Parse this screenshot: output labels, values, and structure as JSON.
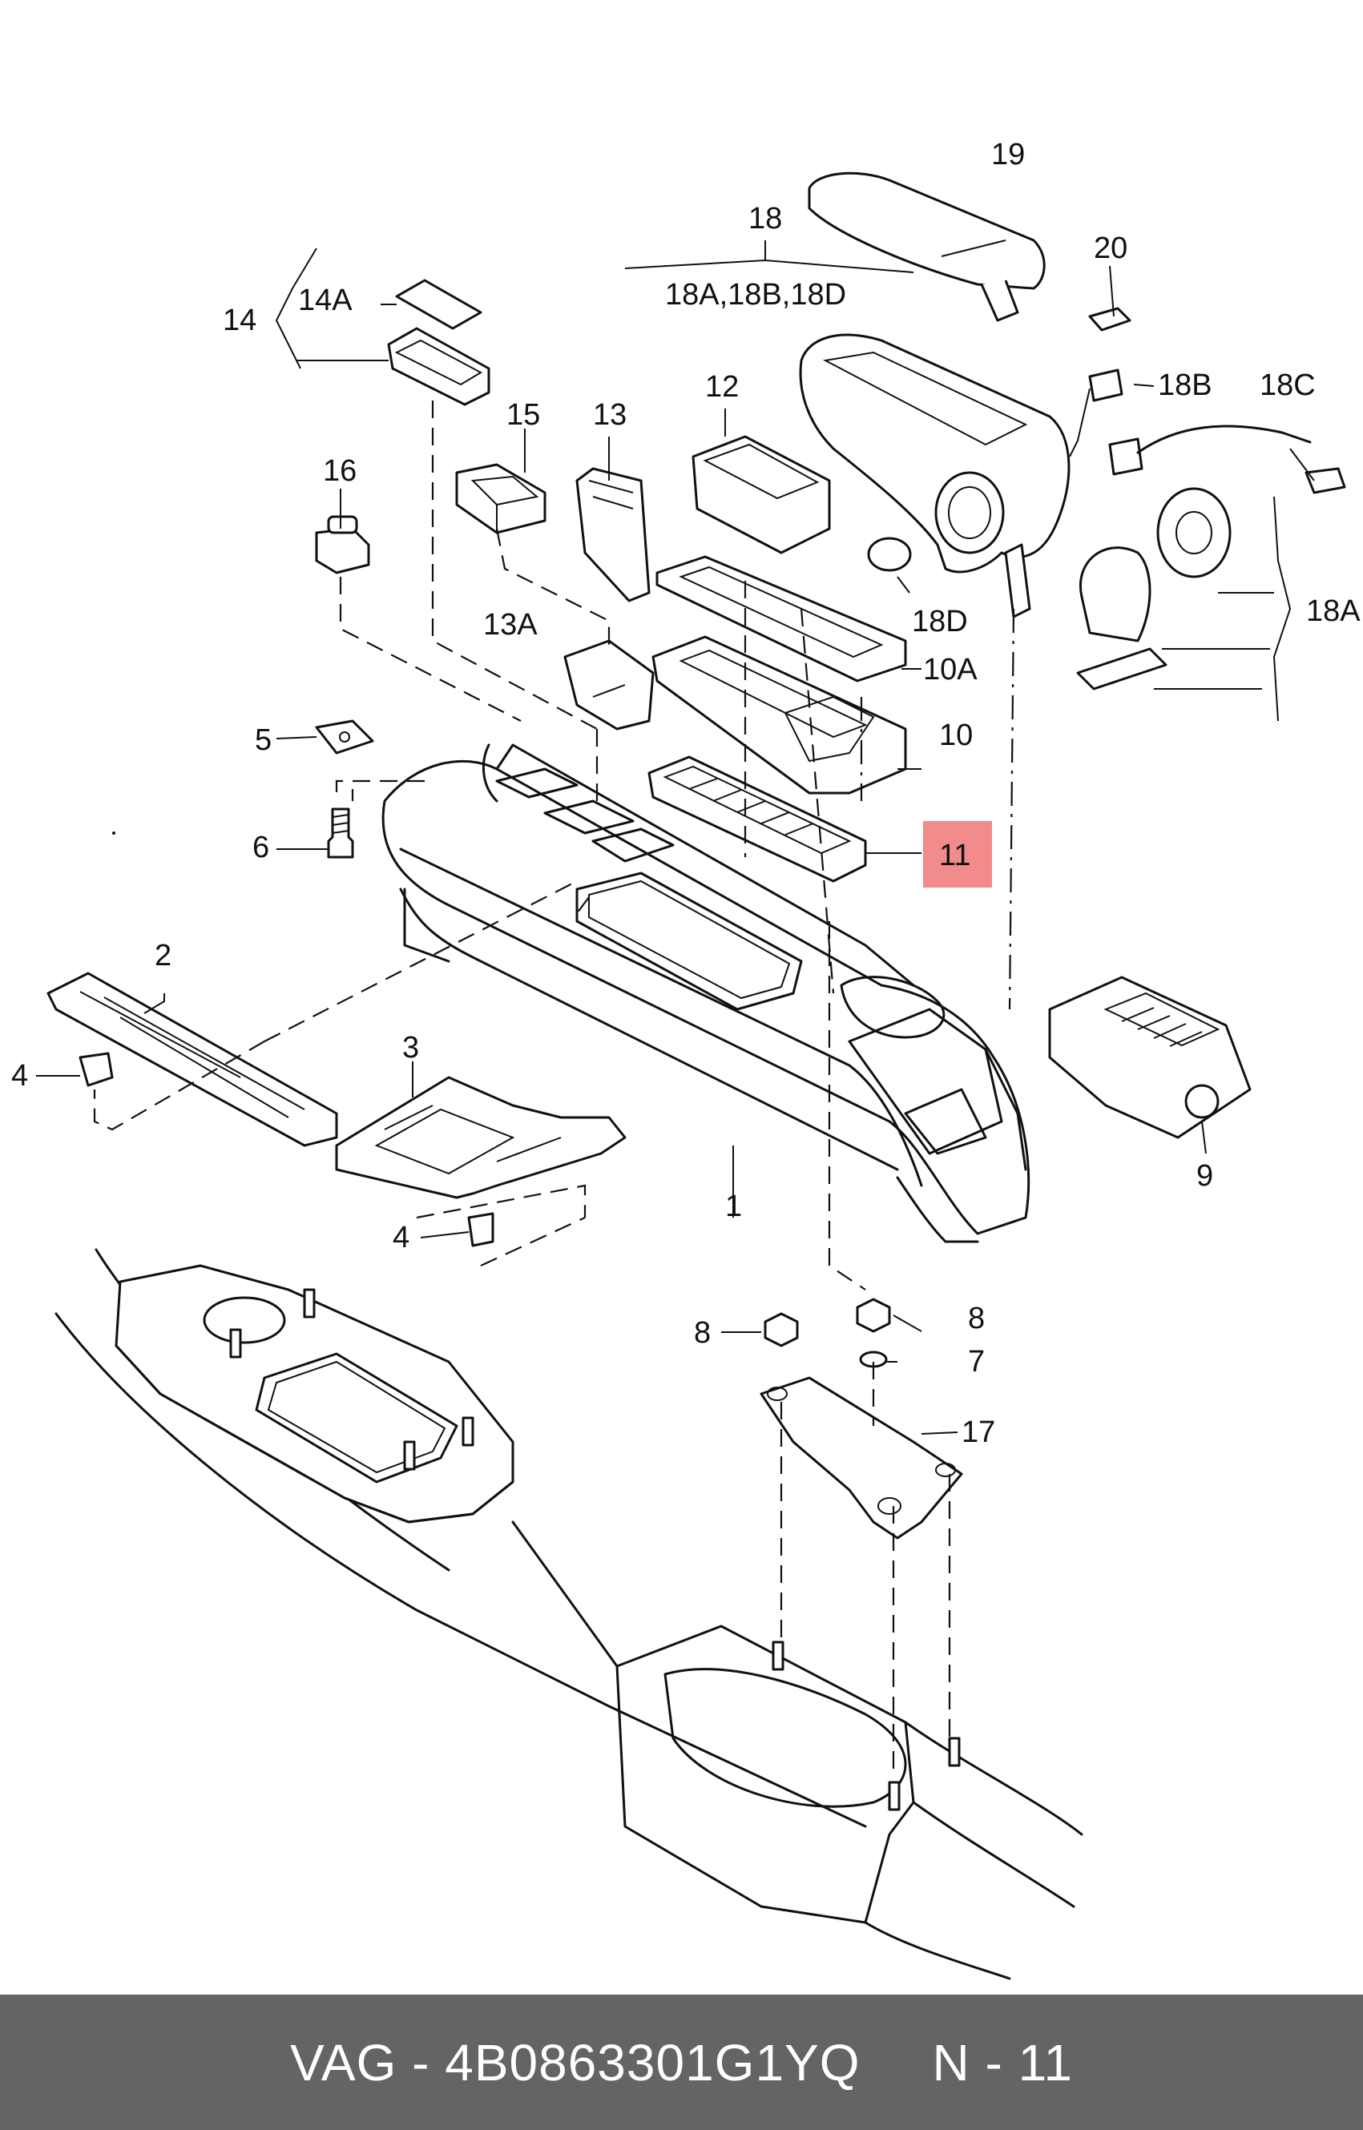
{
  "labels": {
    "l1": "1",
    "l2": "2",
    "l3": "3",
    "l4a": "4",
    "l4b": "4",
    "l5": "5",
    "l6": "6",
    "l7": "7",
    "l8a": "8",
    "l8b": "8",
    "l9": "9",
    "l10": "10",
    "l10a": "10A",
    "l11": "11",
    "l12": "12",
    "l13": "13",
    "l13a": "13A",
    "l14": "14",
    "l14a": "14A",
    "l15": "15",
    "l16": "16",
    "l17": "17",
    "l18": "18",
    "l18group": "18A,18B,18D",
    "l18a": "18A",
    "l18b": "18B",
    "l18c": "18C",
    "l18d": "18D",
    "l19": "19",
    "l20": "20"
  },
  "highlight": {
    "label": "11",
    "color": "#f28b8b"
  },
  "footer": {
    "brand": "VAG - 4B0863301G1YQ",
    "ref": "N - 11",
    "background": "#646464"
  }
}
